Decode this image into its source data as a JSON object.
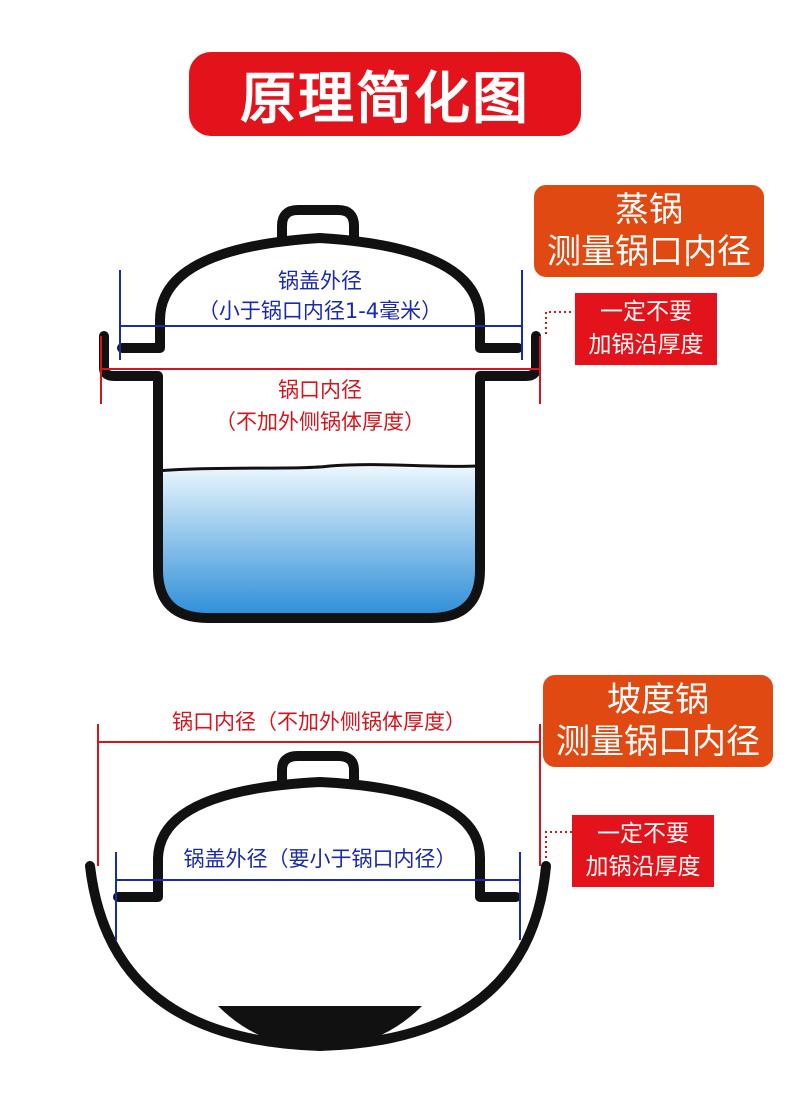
{
  "title": "原理简化图",
  "steamer": {
    "type_label": "蒸锅",
    "measure_label": "测量锅口内径",
    "lid_label_line1": "锅盖外径",
    "lid_label_line2": "（小于锅口内径1-4毫米）",
    "mouth_label_line1": "锅口内径",
    "mouth_label_line2": "（不加外侧锅体厚度）",
    "note_line1": "一定不要",
    "note_line2": "加锅沿厚度"
  },
  "wok": {
    "type_label": "坡度锅",
    "measure_label": "测量锅口内径",
    "mouth_label": "锅口内径（不加外侧锅体厚度）",
    "lid_label": "锅盖外径（要小于锅口内径）",
    "note_line1": "一定不要",
    "note_line2": "加锅沿厚度"
  },
  "colors": {
    "title_bg": "#e3131b",
    "badge_orange": "#e04a12",
    "measure_red": "#d4151c",
    "measure_blue": "#1a2aa8",
    "water_top": "#eaf6fd",
    "water_bottom": "#2f8fd8"
  }
}
